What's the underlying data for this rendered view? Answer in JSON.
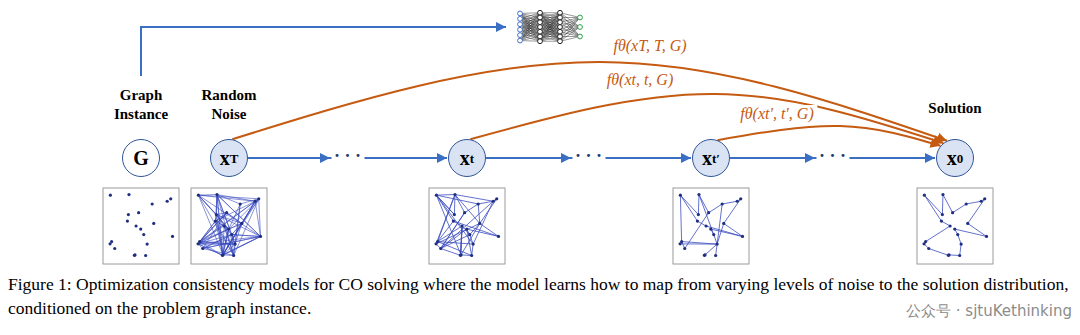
{
  "diagram": {
    "caption": "Figure 1: Optimization consistency models for CO solving where the model learns how to map from varying levels of noise to the solution distribution, conditioned on the problem graph instance.",
    "nodes": [
      {
        "text": [
          "Graph Instance",
          "G"
        ]
      },
      {
        "text": [
          "Random Noise",
          "xT"
        ]
      },
      {
        "text": [
          "xt"
        ]
      },
      {
        "text": [
          "xt′"
        ]
      },
      {
        "text": [
          "Solution",
          "x0"
        ]
      }
    ],
    "edges": [
      {
        "from": 1,
        "to": 2,
        "arrow": "to",
        "label": "· · ·"
      },
      {
        "from": 2,
        "to": 3,
        "arrow": "to",
        "label": "· · ·"
      },
      {
        "from": 3,
        "to": 4,
        "arrow": "to",
        "label": "· · ·"
      },
      {
        "from": 1,
        "to": 4,
        "arrow": "to",
        "label": "fθ(xT, T, G)"
      },
      {
        "from": 2,
        "to": 4,
        "arrow": "to",
        "label": "fθ(xt, t, G)"
      },
      {
        "from": 3,
        "to": 4,
        "arrow": "to",
        "label": "fθ(xt′, t′, G)"
      }
    ],
    "labels": [
      "公众号 · sjtuKethinking"
    ]
  }
}
